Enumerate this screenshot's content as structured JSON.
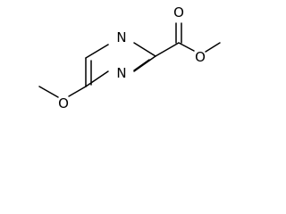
{
  "molecule": {
    "atoms": {
      "ring_n_top": "N",
      "ring_n_bottom": "N",
      "carbonyl_o": "O",
      "ester_o": "O",
      "methoxy_o": "O"
    }
  }
}
